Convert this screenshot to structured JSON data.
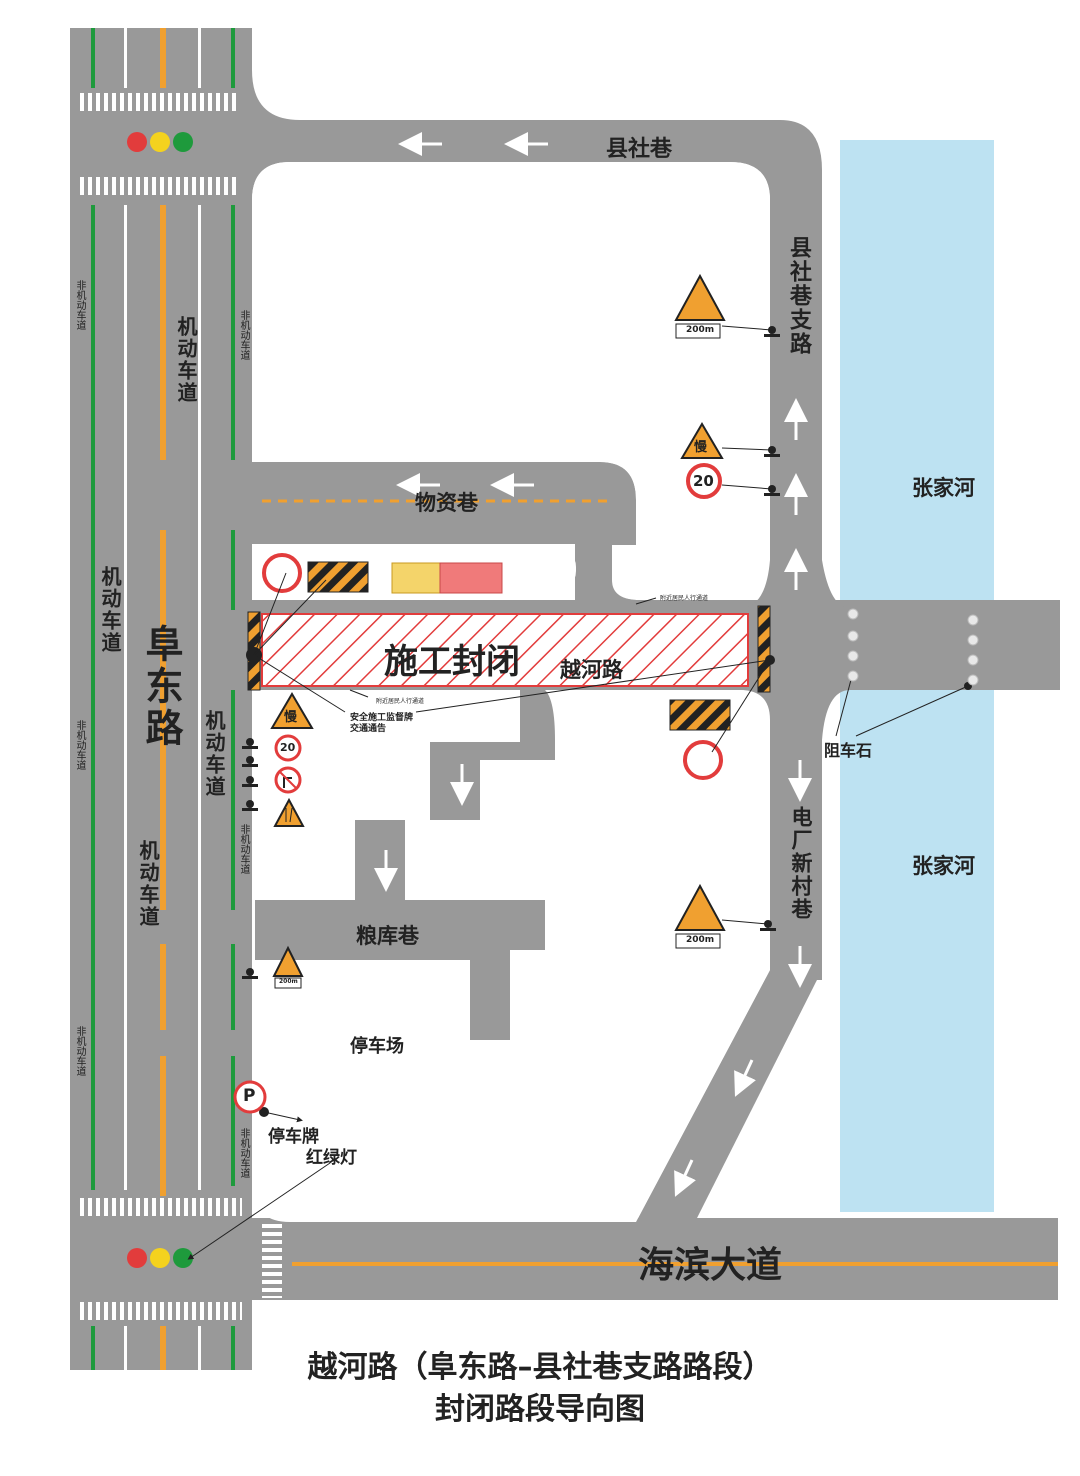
{
  "colors": {
    "road": "#999999",
    "background": "#ffffff",
    "river": "#bde2f2",
    "lane_orange": "#f0a030",
    "lane_green": "#1e9a3c",
    "closure": "#e23c3c"
  },
  "roads": {
    "fudong": "阜东路",
    "xianshe": "县社巷",
    "xianshe_branch": "县社巷支路",
    "wuzi": "物资巷",
    "yuehe": "越河路",
    "liangku": "粮库巷",
    "dianchang": "电厂新村巷",
    "haibin": "海滨大道"
  },
  "lanes": {
    "motor": "机动车道",
    "nonmotor": "非机动车道"
  },
  "river": {
    "label_top": "张家河",
    "label_bottom": "张家河"
  },
  "closure": {
    "label": "施工封闭"
  },
  "places": {
    "parking_lot": "停车场"
  },
  "annotations": {
    "parking_sign": "停车牌",
    "traffic_light": "红绿灯",
    "bollards": "阻车石",
    "notice_sign_line1": "安全施工监督牌",
    "notice_sign_line2": "交通通告",
    "pedestrian_note_top": "附近居民人行通道",
    "pedestrian_note_bottom": "附近居民人行通道"
  },
  "signs": {
    "slow": "慢",
    "speed_limit": "20",
    "distance": "200m",
    "parking": "P"
  },
  "title": {
    "line1": "越河路（阜东路–县社巷支路路段）",
    "line2": "封闭路段导向图"
  }
}
